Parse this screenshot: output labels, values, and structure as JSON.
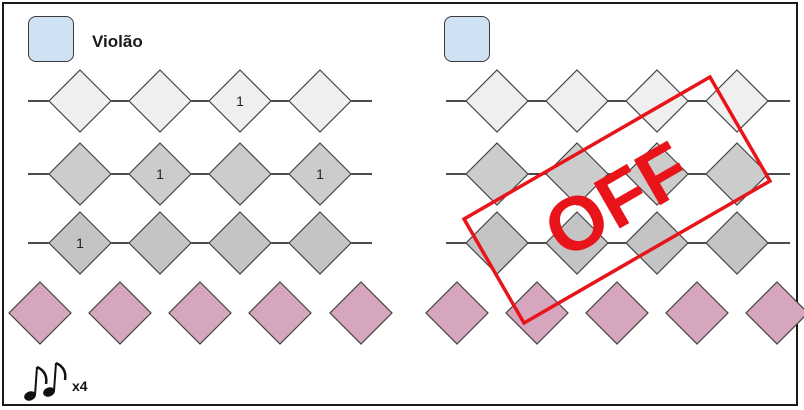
{
  "instrument": {
    "name": "Violão"
  },
  "colors": {
    "button_fill": "#cfe2f3",
    "row1_fill": "#efefef",
    "row2_fill": "#cccccc",
    "row3_fill": "#c4c4c4",
    "pink_fill": "#d5a6bd",
    "off_red": "#e8141a"
  },
  "left_grid": {
    "rows": [
      {
        "cells": [
          "",
          "",
          "1",
          ""
        ]
      },
      {
        "cells": [
          "",
          "1",
          "",
          "1"
        ]
      },
      {
        "cells": [
          "1",
          "",
          "",
          ""
        ]
      }
    ]
  },
  "right_grid": {
    "rows": [
      {
        "cells": [
          "",
          "",
          "",
          ""
        ]
      },
      {
        "cells": [
          "",
          "",
          "",
          ""
        ]
      },
      {
        "cells": [
          "",
          "",
          "",
          ""
        ]
      }
    ],
    "overlay_text": "OFF"
  },
  "footer": {
    "icon": "music-notes-icon",
    "repeat": "x4"
  }
}
